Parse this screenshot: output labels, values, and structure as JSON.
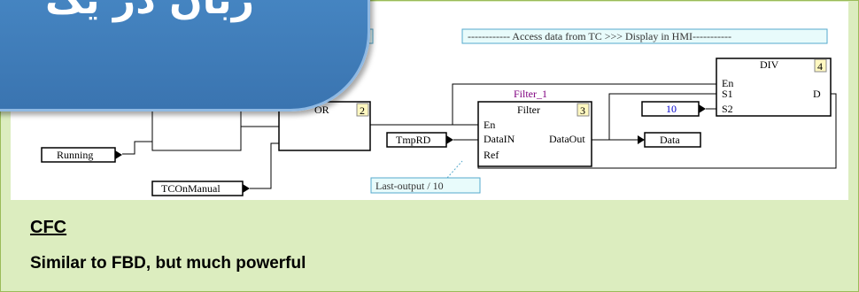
{
  "overlay": {
    "text": "زبان در یک"
  },
  "diagram": {
    "banner_text": "------------ Access data from TC  >>>  Display in HMI-----------",
    "or_block": {
      "title": "OR",
      "order": "2"
    },
    "filter_block": {
      "instance": "Filter_1",
      "title": "Filter",
      "order": "3",
      "inputs": [
        "En",
        "DataIN",
        "Ref"
      ],
      "output": "DataOut"
    },
    "div_block": {
      "title": "DIV",
      "order": "4",
      "inputs": [
        "En",
        "S1",
        "S2"
      ],
      "output": "D"
    },
    "inputs": {
      "running": "Running",
      "tc_on_manual": "TCOnManual",
      "tmp_rd": "TmpRD",
      "const_10": "10"
    },
    "outputs": {
      "data": "Data"
    },
    "comment": "Last-output / 10"
  },
  "caption": {
    "title": "CFC",
    "text": "Similar to FBD, but much powerful"
  }
}
